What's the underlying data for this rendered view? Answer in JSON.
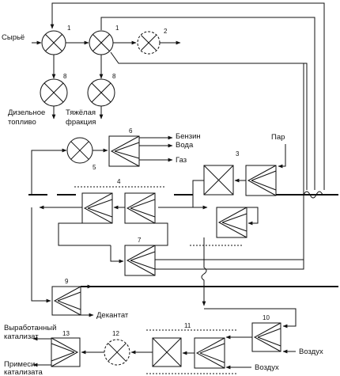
{
  "labels": {
    "feed": "Сырьё",
    "diesel_line1": "Дизельное",
    "diesel_line2": "топливо",
    "heavy_line1": "Тяжёлая",
    "heavy_line2": "фракция",
    "gasoline": "Бензин",
    "water": "Вода",
    "gas": "Газ",
    "steam": "Пар",
    "decant": "Декантат",
    "air_top": "Воздух",
    "air_bottom": "Воздух",
    "spent_cat_line1": "Выработанный",
    "spent_cat_line2": "катализат",
    "impurities_line1": "Примеси",
    "impurities_line2": "катализата"
  },
  "numbers": {
    "n1a": "1",
    "n1b": "1",
    "n2": "2",
    "n8a": "8",
    "n8b": "8",
    "n6": "6",
    "n5": "5",
    "n3": "3",
    "n4": "4",
    "n7": "7",
    "n9": "9",
    "n10": "10",
    "n11": "11",
    "n12": "12",
    "n13": "13"
  }
}
